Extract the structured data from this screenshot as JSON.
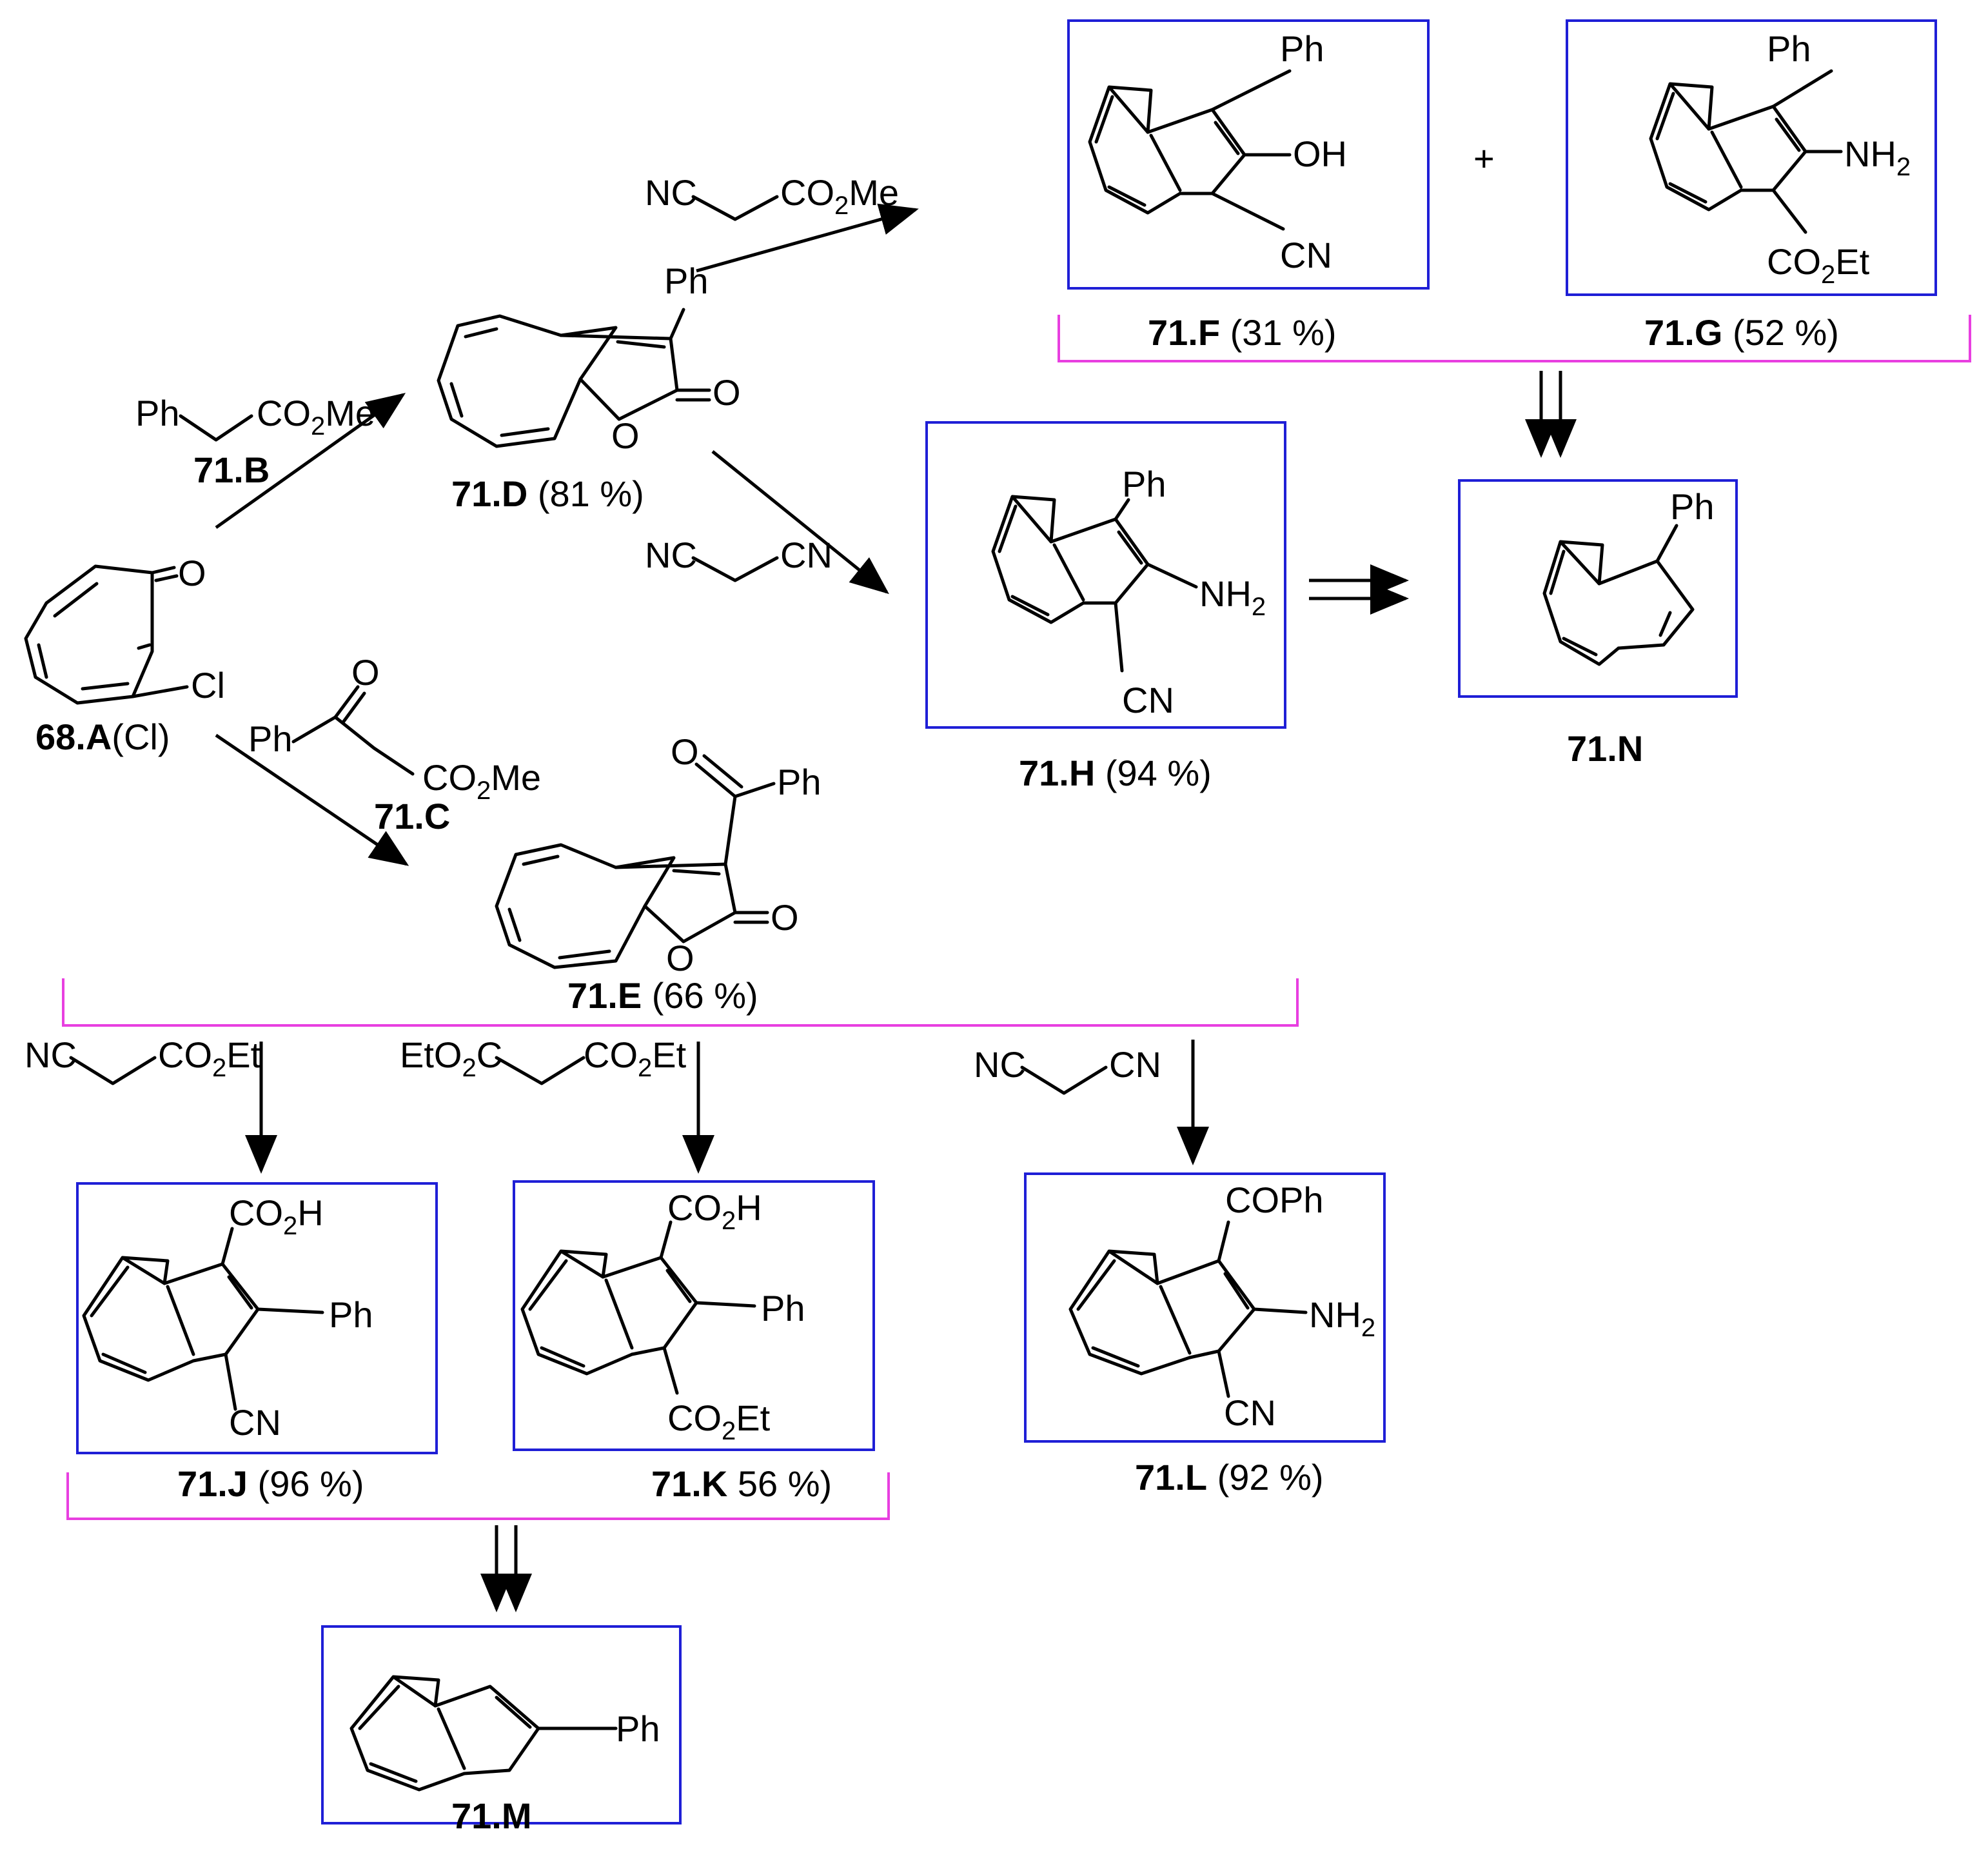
{
  "compounds": {
    "c68A": {
      "id": "68.A",
      "yield": "(Cl)"
    },
    "c71B": {
      "id": "71.B"
    },
    "c71C": {
      "id": "71.C"
    },
    "c71D": {
      "id": "71.D",
      "yield": " (81 %)"
    },
    "c71E": {
      "id": "71.E",
      "yield": " (66 %)"
    },
    "c71F": {
      "id": "71.F",
      "yield": " (31 %)"
    },
    "c71G": {
      "id": "71.G",
      "yield": " (52 %)"
    },
    "c71H": {
      "id": "71.H",
      "yield": " (94 %)"
    },
    "c71J": {
      "id": "71.J",
      "yield": " (96 %)"
    },
    "c71K": {
      "id": "71.K",
      "yield": " 56 %)"
    },
    "c71L": {
      "id": "71.L",
      "yield": " (92 %)"
    },
    "c71M": {
      "id": "71.M"
    },
    "c71N": {
      "id": "71.N"
    }
  },
  "atoms": {
    "O": "O",
    "Cl": "Cl",
    "Ph": "Ph",
    "OH": "OH",
    "CN": "CN",
    "NC": "NC",
    "NH": "NH",
    "CO": "CO",
    "H": "H",
    "Me": "Me",
    "Et": "Et",
    "EtO": "EtO",
    "C": "C",
    "COPh": "COPh",
    "two": "2",
    "plus": "+"
  },
  "colors": {
    "product_box": "#1f1fd6",
    "group_bracket": "#e83fe0"
  }
}
